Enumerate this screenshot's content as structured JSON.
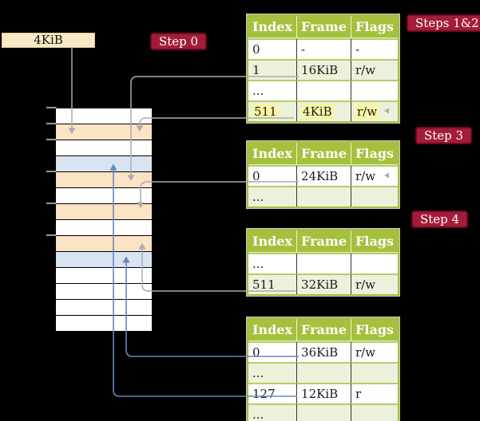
{
  "colors": {
    "background": "#000000",
    "table_header_green": "#a3c13d",
    "table_border_green": "#a3c13d",
    "table_row_green": "#ecf1db",
    "row_separator_green": "#b7cd66",
    "highlight_yellow": "#fbf4a2",
    "frame_pagetable_peach": "#fbe3c5",
    "frame_mapped_blue": "#d9e4f2",
    "memory_row_white": "#ffffff",
    "badge_red": "#a31c39",
    "badge_border_red": "#6f0a21",
    "label_box_tan": "#f8e9c6",
    "arrow_gray": "#ababab",
    "arrow_blue": "#6587bc",
    "tick_gray": "#999999",
    "cell_text": "#1a1a1a"
  },
  "figure": {
    "frame_size_label": "4KiB"
  },
  "badges": {
    "step0": "Step 0",
    "steps12": "Steps 1&2",
    "step3": "Step 3",
    "step4": "Step 4"
  },
  "memory": {
    "rows": [
      "plain",
      "pagetable",
      "plain",
      "mapped",
      "pagetable",
      "plain",
      "pagetable",
      "plain",
      "pagetable",
      "mapped",
      "plain",
      "plain",
      "plain",
      "plain"
    ]
  },
  "tables": [
    {
      "headers": [
        "Index",
        "Frame",
        "Flags"
      ],
      "rows": [
        {
          "cells": [
            "0",
            "-",
            "-"
          ]
        },
        {
          "cells": [
            "1",
            "16KiB",
            "r/w"
          ]
        },
        {
          "cells": [
            "...",
            "",
            ""
          ]
        },
        {
          "cells": [
            "511",
            "4KiB",
            "r/w"
          ],
          "highlight": true
        }
      ]
    },
    {
      "headers": [
        "Index",
        "Frame",
        "Flags"
      ],
      "rows": [
        {
          "cells": [
            "0",
            "24KiB",
            "r/w"
          ]
        },
        {
          "cells": [
            "...",
            "",
            ""
          ]
        }
      ]
    },
    {
      "headers": [
        "Index",
        "Frame",
        "Flags"
      ],
      "rows": [
        {
          "cells": [
            "...",
            "",
            ""
          ]
        },
        {
          "cells": [
            "511",
            "32KiB",
            "r/w"
          ]
        }
      ]
    },
    {
      "headers": [
        "Index",
        "Frame",
        "Flags"
      ],
      "rows": [
        {
          "cells": [
            "0",
            "36KiB",
            "r/w"
          ]
        },
        {
          "cells": [
            "...",
            "",
            ""
          ]
        },
        {
          "cells": [
            "127",
            "12KiB",
            "r"
          ]
        },
        {
          "cells": [
            "...",
            "",
            ""
          ]
        }
      ]
    }
  ],
  "arrows": [
    {
      "from": "frame-size-label",
      "to": "memory-frame-4KiB",
      "color": "gray"
    },
    {
      "from": "table1-entry-1",
      "to": "memory-frame-16KiB",
      "color": "gray"
    },
    {
      "from": "table1-entry-511",
      "to": "memory-frame-4KiB",
      "color": "gray"
    },
    {
      "from": "table2-entry-0",
      "to": "memory-frame-24KiB",
      "color": "gray"
    },
    {
      "from": "table3-entry-511",
      "to": "memory-frame-32KiB",
      "color": "gray"
    },
    {
      "from": "table4-entry-0",
      "to": "memory-frame-36KiB",
      "color": "blue"
    },
    {
      "from": "table4-entry-127",
      "to": "memory-frame-12KiB",
      "color": "blue"
    }
  ]
}
